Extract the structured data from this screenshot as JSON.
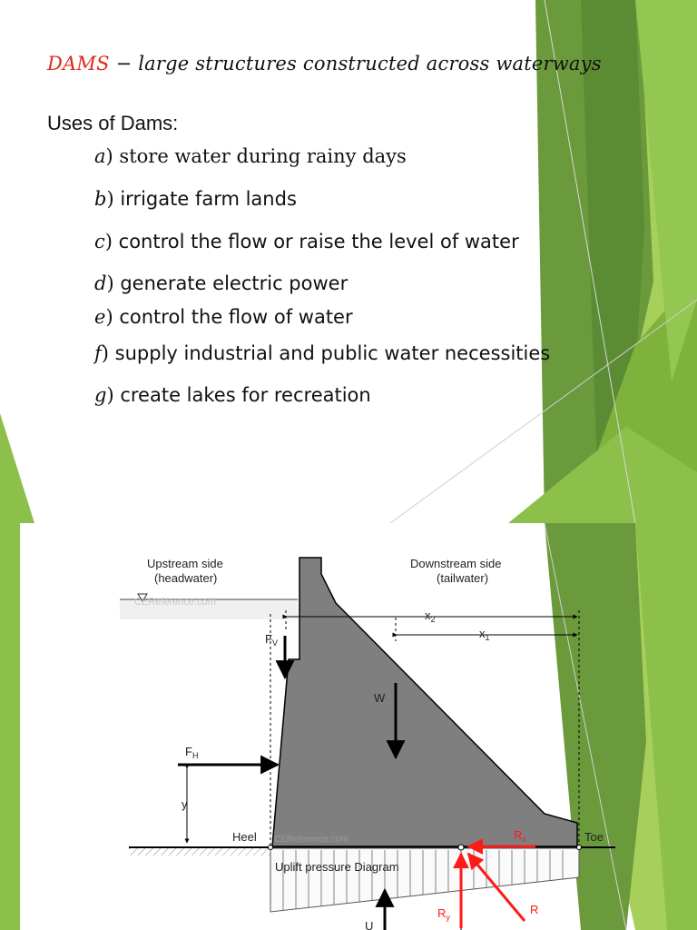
{
  "slide1": {
    "title_keyword": "DAMS",
    "title_rest": "− large structures constructed across waterways",
    "uses_heading": "Uses of Dams:",
    "uses": [
      {
        "letter": "a",
        "text": "store water during rainy days"
      },
      {
        "letter": "b",
        "text": "irrigate farm lands"
      },
      {
        "letter": "c",
        "text": "control the flow or raise the level of water"
      },
      {
        "letter": "d",
        "text": "generate electric power"
      },
      {
        "letter": "e",
        "text": "control the flow of water"
      },
      {
        "letter": "f",
        "text": "supply industrial and public water necessities"
      },
      {
        "letter": "g",
        "text": "create lakes for recreation"
      }
    ]
  },
  "diagram": {
    "upstream_label": "Upstream side",
    "upstream_sub": "(headwater)",
    "downstream_label": "Downstream side",
    "downstream_sub": "(tailwater)",
    "x2": "x",
    "x2_sub": "2",
    "x1": "x",
    "x1_sub": "1",
    "fv": "F",
    "fv_sub": "V",
    "w": "W",
    "fh": "F",
    "fh_sub": "H",
    "y": "y",
    "heel": "Heel",
    "toe": "Toe",
    "rx": "R",
    "rx_sub": "x",
    "uplift": "Uplift pressure Diagram",
    "ry": "R",
    "ry_sub": "y",
    "r": "R",
    "u": "U",
    "watermark": "CEReference.com"
  },
  "colors": {
    "accent_red": "#e0281c",
    "dam_fill": "#7f7f7f",
    "green_dark": "#5e8e36",
    "green_mid": "#7fb23c",
    "green_light": "#a6cf5b",
    "force_red": "#ff1a1a"
  }
}
